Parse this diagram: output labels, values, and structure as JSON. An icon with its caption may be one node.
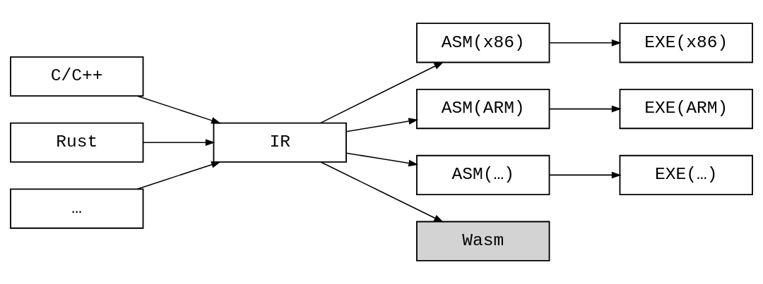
{
  "diagram": {
    "nodes": [
      {
        "text": [
          "C/C++"
        ]
      },
      {
        "text": [
          "Rust"
        ]
      },
      {
        "text": [
          "…"
        ]
      },
      {
        "text": [
          "IR"
        ]
      },
      {
        "text": [
          "ASM(x86)"
        ]
      },
      {
        "text": [
          "EXE(x86)"
        ]
      },
      {
        "text": [
          "ASM(ARM)"
        ]
      },
      {
        "text": [
          "EXE(ARM)"
        ]
      },
      {
        "text": [
          "ASM(…)"
        ]
      },
      {
        "text": [
          "EXE(…)"
        ]
      },
      {
        "text": [
          "Wasm"
        ]
      }
    ],
    "edges": [
      {
        "from": 0,
        "to": 3,
        "arrow": "to"
      },
      {
        "from": 1,
        "to": 3,
        "arrow": "to"
      },
      {
        "from": 2,
        "to": 3,
        "arrow": "to"
      },
      {
        "from": 3,
        "to": 4,
        "arrow": "to"
      },
      {
        "from": 3,
        "to": 6,
        "arrow": "to"
      },
      {
        "from": 3,
        "to": 8,
        "arrow": "to"
      },
      {
        "from": 3,
        "to": 10,
        "arrow": "to"
      },
      {
        "from": 4,
        "to": 5,
        "arrow": "to"
      },
      {
        "from": 6,
        "to": 7,
        "arrow": "to"
      },
      {
        "from": 8,
        "to": 9,
        "arrow": "to"
      }
    ]
  }
}
